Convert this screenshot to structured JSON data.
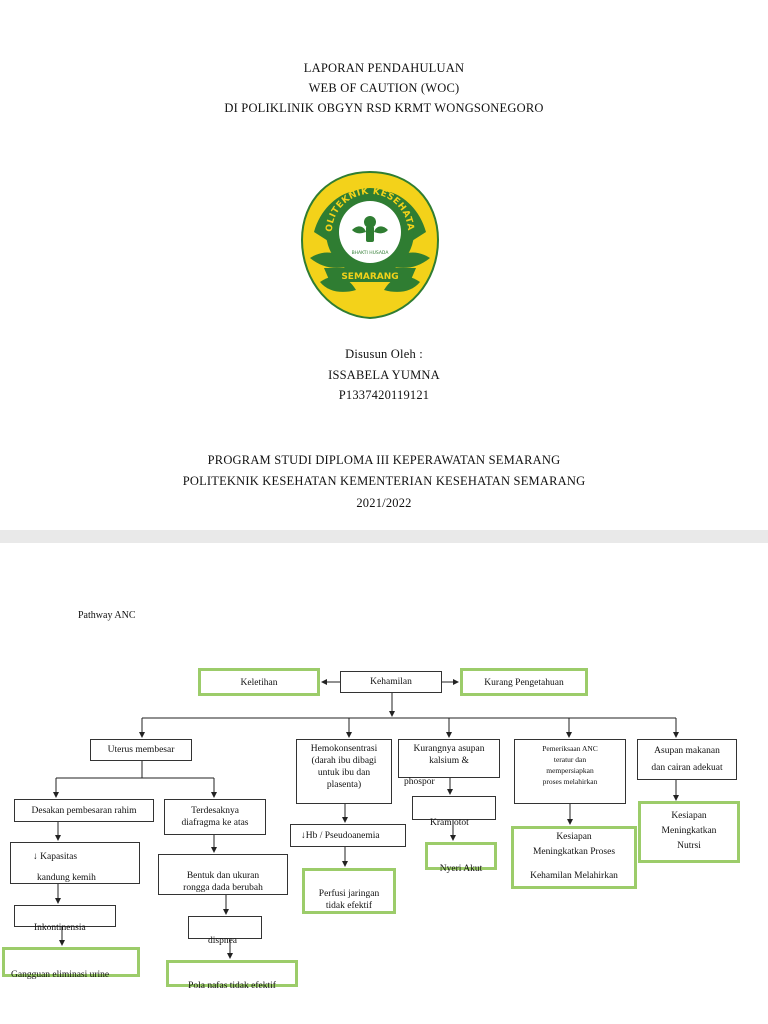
{
  "header": {
    "line1": "LAPORAN PENDAHULUAN",
    "line2": "WEB OF CAUTION (WOC)",
    "line3": "DI POLIKLINIK OBGYN RSD KRMT WONGSONEGORO"
  },
  "logo": {
    "arc_text": "POLITEKNIK KESEHATAN",
    "motto": "BHAKTI HUSADA",
    "banner": "SEMARANG",
    "colors": {
      "gold": "#f3d21a",
      "green": "#2f7d32"
    }
  },
  "author": {
    "label": "Disusun Oleh :",
    "name": "ISSABELA YUMNA",
    "id": "P1337420119121"
  },
  "institution": {
    "line1": "PROGRAM STUDI DIPLOMA III KEPERAWATAN SEMARANG",
    "line2": "POLITEKNIK KESEHATAN KEMENTERIAN KESEHATAN SEMARANG",
    "year": "2021/2022"
  },
  "pathway": {
    "title": "Pathway ANC",
    "kehamilan": "Kehamilan",
    "keletihan": "Keletihan",
    "kurang_pengetahuan": "Kurang Pengetahuan",
    "uterus": "Uterus membesar",
    "hemo": [
      "Hemokonsentrasi",
      "(darah ibu dibagi",
      "untuk ibu dan",
      "plasenta)"
    ],
    "kurangnya": [
      "Kurangnya asupan",
      "kalsium &",
      "phospor"
    ],
    "pemeriksaan": [
      "Pemeriksaan ANC",
      "teratur dan",
      "mempersiapkan",
      "proses melahirkan"
    ],
    "asupan": [
      "Asupan makanan",
      "dan cairan adekuat"
    ],
    "desakan": "Desakan pembesaran rahim",
    "terdesak": [
      "Terdesaknya",
      "diafragma ke atas"
    ],
    "hb": "↓Hb / Pseudoanemia",
    "kram": "Kram otot",
    "kesiapan_proses": [
      "Kesiapan",
      "Meningkatkan Proses",
      "Kehamilan Melahirkan"
    ],
    "kesiapan_nutrisi": [
      "Kesiapan",
      "Meningkatkan",
      "Nutrsi"
    ],
    "kapasitas": [
      "↓ Kapasitas",
      "kandung kemih"
    ],
    "bentuk": [
      "Bentuk dan ukuran",
      "rongga dada berubah"
    ],
    "perfusi": [
      "Perfusi jaringan",
      "tidak efektif"
    ],
    "nyeri": "Nyeri Akut",
    "inkontinensia": "Inkontinensia",
    "dispnea": "dispnea",
    "gangguan": "Gangguan eliminasi urine",
    "pola": "Pola nafas tidak efektif"
  }
}
